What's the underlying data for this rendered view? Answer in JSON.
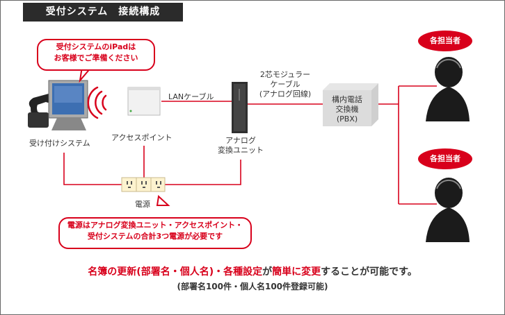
{
  "title": "受付システム　接続構成",
  "bubble_top": {
    "line1": "受付システムのiPadは",
    "line2": "お客様でご準備ください"
  },
  "labels": {
    "reception": "受け付けシステム",
    "access_point": "アクセスポイント",
    "lan": "LANケーブル",
    "modular_line1": "2芯モジュラー",
    "modular_line2": "ケーブル",
    "modular_line3": "(アナログ回線)",
    "adapter_line1": "アナログ",
    "adapter_line2": "変換ユニット",
    "pbx_line1": "構内電話",
    "pbx_line2": "交換機",
    "pbx_line3": "(PBX)",
    "power": "電源"
  },
  "staff_label": "各担当者",
  "bubble_power": {
    "line1": "電源はアナログ変換ユニット・アクセスポイント・",
    "line2": "受付システムの合計3つ電源が必要です"
  },
  "message": {
    "p1": "名簿の更新(部署名・個人名)",
    "p2": "・",
    "p3": "各種設定",
    "p4": "が",
    "p5": "簡単に変更",
    "p6": "することが可能です。",
    "sub": "(部署名100件・個人名100件登録可能)"
  },
  "colors": {
    "accent": "#d8001b",
    "tab_bg": "#2b2b2b"
  }
}
